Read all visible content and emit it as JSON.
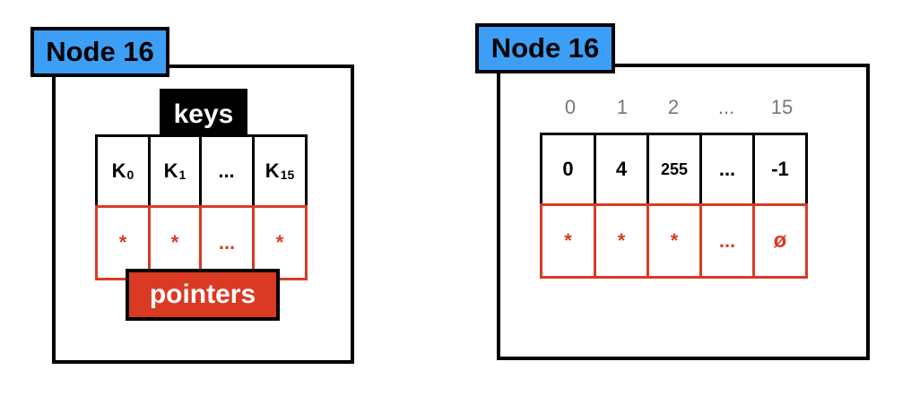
{
  "left": {
    "node_label": "Node 16",
    "keys_tag": "keys",
    "pointers_tag": "pointers",
    "keys": [
      {
        "base": "K",
        "sub": "0"
      },
      {
        "base": "K",
        "sub": "1"
      },
      {
        "base": "...",
        "sub": ""
      },
      {
        "base": "K",
        "sub": "15"
      }
    ],
    "pointers": [
      "*",
      "*",
      "...",
      "*"
    ]
  },
  "right": {
    "node_label": "Node 16",
    "indices": [
      "0",
      "1",
      "2",
      "...",
      "15"
    ],
    "keys": [
      "0",
      "4",
      "255",
      "...",
      "-1"
    ],
    "pointers": [
      "*",
      "*",
      "*",
      "...",
      "ø"
    ]
  },
  "colors": {
    "label_blue": "#3d9ef5",
    "pointer_red": "#da3a24",
    "border": "#000000",
    "index_gray": "#777777"
  }
}
